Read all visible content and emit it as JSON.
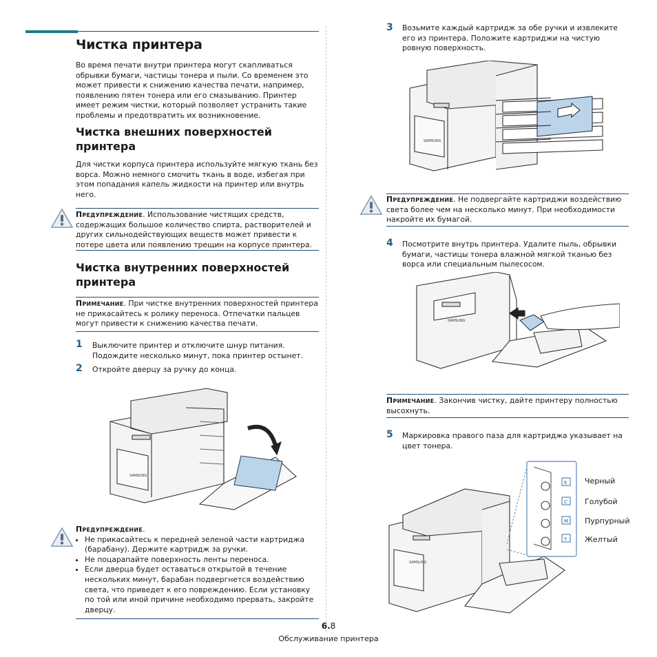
{
  "left": {
    "title": "Чистка принтера",
    "intro": "Во время печати внутри принтера могут скапливаться обрывки бумаги, частицы тонера и пыли. Со временем это может привести к снижению качества печати, например, появлению пятен тонера или его смазыванию. Принтер имеет режим чистки, который позволяет устранить такие проблемы и предотвратить их возникновение.",
    "h_external": "Чистка внешних поверхностей принтера",
    "external_text": "Для чистки корпуса принтера используйте мягкую ткань без ворса. Можно немного смочить ткань в воде, избегая при этом попадания капель жидкости на принтер или внутрь него.",
    "warning1_label": "Предупреждение",
    "warning1_text": ". Использование чистящих средств, содержащих большое количество спирта, растворителей и других сильнодействующих веществ может привести к потере цвета или появлению трещин на корпусе принтера.",
    "h_internal": "Чистка внутренних поверхностей принтера",
    "note1_label": "Примечание",
    "note1_text": ". При чистке внутренних поверхностей принтера не прикасайтесь к ролику переноса. Отпечатки пальцев могут привести к снижению качества печати.",
    "step1_num": "1",
    "step1_text": "Выключите принтер и отключите шнур питания. Подождите несколько минут, пока принтер остынет.",
    "step2_num": "2",
    "step2_text": "Откройте дверцу за ручку до конца.",
    "warning2_label": "Предупреждение",
    "warning2_dot": ".",
    "warning2_items": [
      "Не прикасайтесь к передней зеленой части картриджа (барабану). Держите картридж за ручки.",
      "Не поцарапайте поверхность ленты переноса.",
      "Если дверца будет оставаться открытой в течение нескольких минут, барабан подвергнется воздействию света, что приведет к его повреждению. Если установку по той или иной причине необходимо прервать, закройте дверцу."
    ]
  },
  "right": {
    "step3_num": "3",
    "step3_text": "Возьмите каждый картридж за обе ручки и извлеките его из принтера. Положите картриджи на чистую ровную поверхность.",
    "warning3_label": "Предупреждение",
    "warning3_text": ". Не подвергайте картриджи воздействию света более чем на несколько минут. При необходимости накройте их бумагой.",
    "step4_num": "4",
    "step4_text": "Посмотрите внутрь принтера. Удалите пыль, обрывки бумаги, частицы тонера влажной мягкой тканью без ворса или специальным пылесосом.",
    "note2_label": "Примечание",
    "note2_text": ". Закончив чистку, дайте принтеру полностью высохнуть.",
    "step5_num": "5",
    "step5_text": "Маркировка правого паза для картриджа  указывает на цвет тонера.",
    "slots": [
      {
        "letter": "K",
        "name": "Черный"
      },
      {
        "letter": "C",
        "name": "Голубой"
      },
      {
        "letter": "M",
        "name": "Пурпурный"
      },
      {
        "letter": "Y",
        "name": "Желтый"
      }
    ]
  },
  "brand_label": "SAMSUNG",
  "footer": {
    "page_bold": "6.",
    "page_num": "8",
    "section": "Обслуживание принтера"
  },
  "colors": {
    "accent": "#1f5f8a",
    "rule": "#1f4f7a",
    "teal_bar": "#1f7a8a",
    "cartridge": "#bcd4ea"
  }
}
